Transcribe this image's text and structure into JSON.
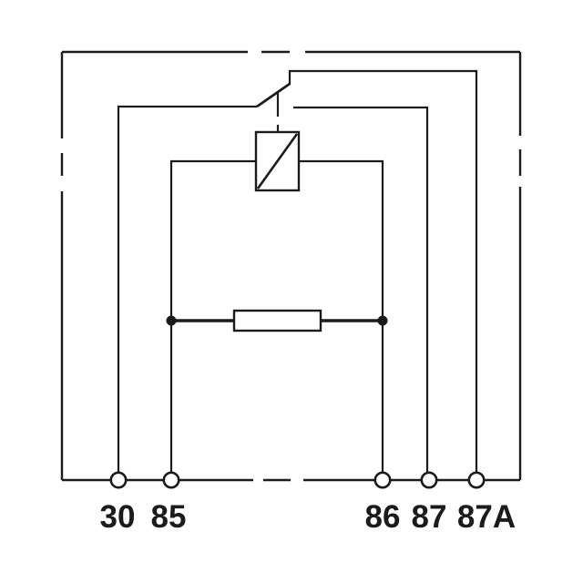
{
  "colors": {
    "line": "#1b1b1b",
    "background": "#ffffff"
  },
  "relay_pins": {
    "labels": [
      "30",
      "85",
      "86",
      "87",
      "87A"
    ]
  },
  "components": {
    "housing": "relay-housing-dashed-outline",
    "coil": "relay-coil-symbol",
    "resistor": "parallel-resistor-symbol",
    "switch": "spdt-changeover-contact"
  }
}
